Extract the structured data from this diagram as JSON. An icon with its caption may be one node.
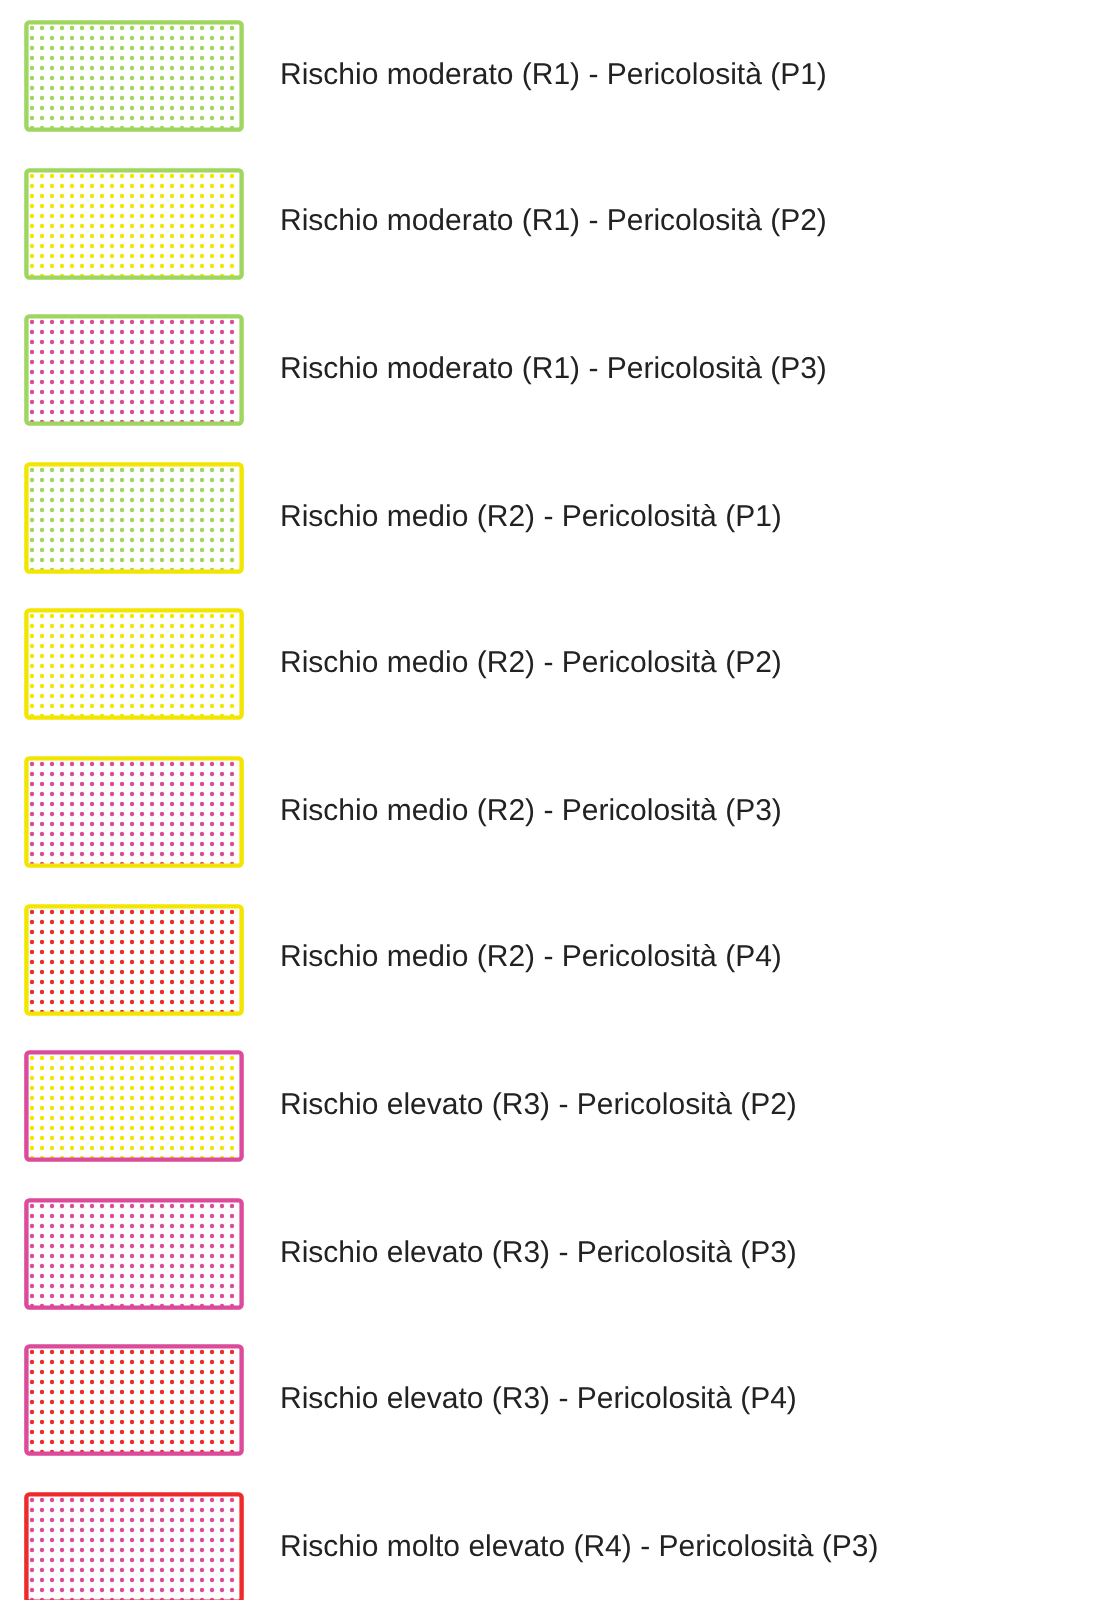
{
  "diagram": {
    "legend": [
      {
        "text": "Rischio moderato (R1) - Pericolosità (P1)",
        "color": "#9fd660"
      },
      {
        "text": "Rischio moderato (R1) - Pericolosità (P2)",
        "color": "#f2e600"
      },
      {
        "text": "Rischio moderato (R1) - Pericolosità (P3)",
        "color": "#dc4a9c"
      },
      {
        "text": "Rischio medio (R2) - Pericolosità (P1)",
        "color": "#9fd660"
      },
      {
        "text": "Rischio medio (R2) - Pericolosità (P2)",
        "color": "#f2e600"
      },
      {
        "text": "Rischio medio (R2) - Pericolosità (P3)",
        "color": "#dc4a9c"
      },
      {
        "text": "Rischio medio (R2) - Pericolosità (P4)",
        "color": "#ee2a2a"
      },
      {
        "text": "Rischio elevato (R3) - Pericolosità (P2)",
        "color": "#f2e600"
      },
      {
        "text": "Rischio elevato (R3) - Pericolosità (P3)",
        "color": "#dc4a9c"
      },
      {
        "text": "Rischio elevato (R3) - Pericolosità (P4)",
        "color": "#ee2a2a"
      },
      {
        "text": "Rischio molto elevato (R4) - Pericolosità (P3)",
        "color": "#dc4a9c"
      }
    ]
  }
}
